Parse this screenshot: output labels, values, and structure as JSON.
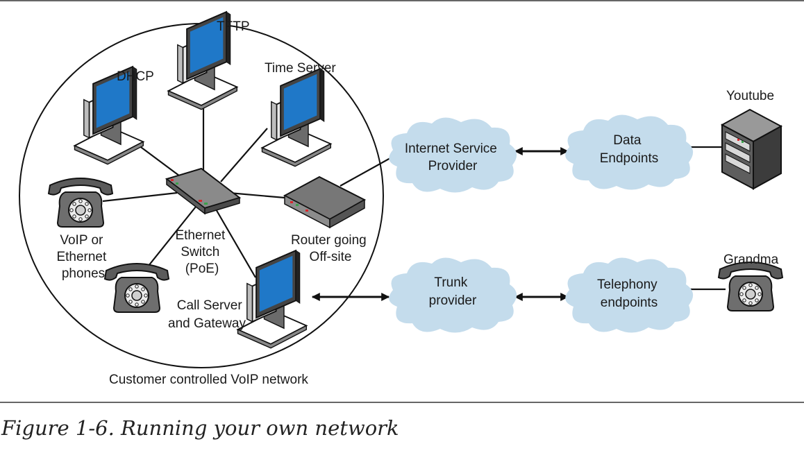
{
  "diagram": {
    "nodes": {
      "tftp": "TFTP",
      "dhcp": "DHCP",
      "time_server": "Time Server",
      "voip_phones": [
        "VoIP or",
        "Ethernet",
        "phones"
      ],
      "switch": [
        "Ethernet",
        "Switch",
        "(PoE)"
      ],
      "router": [
        "Router going",
        "Off-site"
      ],
      "call_server": [
        "Call Server",
        "and Gateway"
      ],
      "network_label": "Customer controlled VoIP network",
      "isp": [
        "Internet Service",
        "Provider"
      ],
      "data_endpoints": [
        "Data",
        "Endpoints"
      ],
      "youtube": "Youtube",
      "trunk": [
        "Trunk",
        "provider"
      ],
      "telephony": [
        "Telephony",
        "endpoints"
      ],
      "grandma": "Grandma"
    },
    "colors": {
      "monitor_screen": "#1f78c8",
      "cloud_fill": "#c4dcec",
      "device_gray": "#6b6b6b",
      "led_red": "#d9262b",
      "led_green": "#3aa14a"
    }
  },
  "caption": "Figure 1-6. Running your own network"
}
